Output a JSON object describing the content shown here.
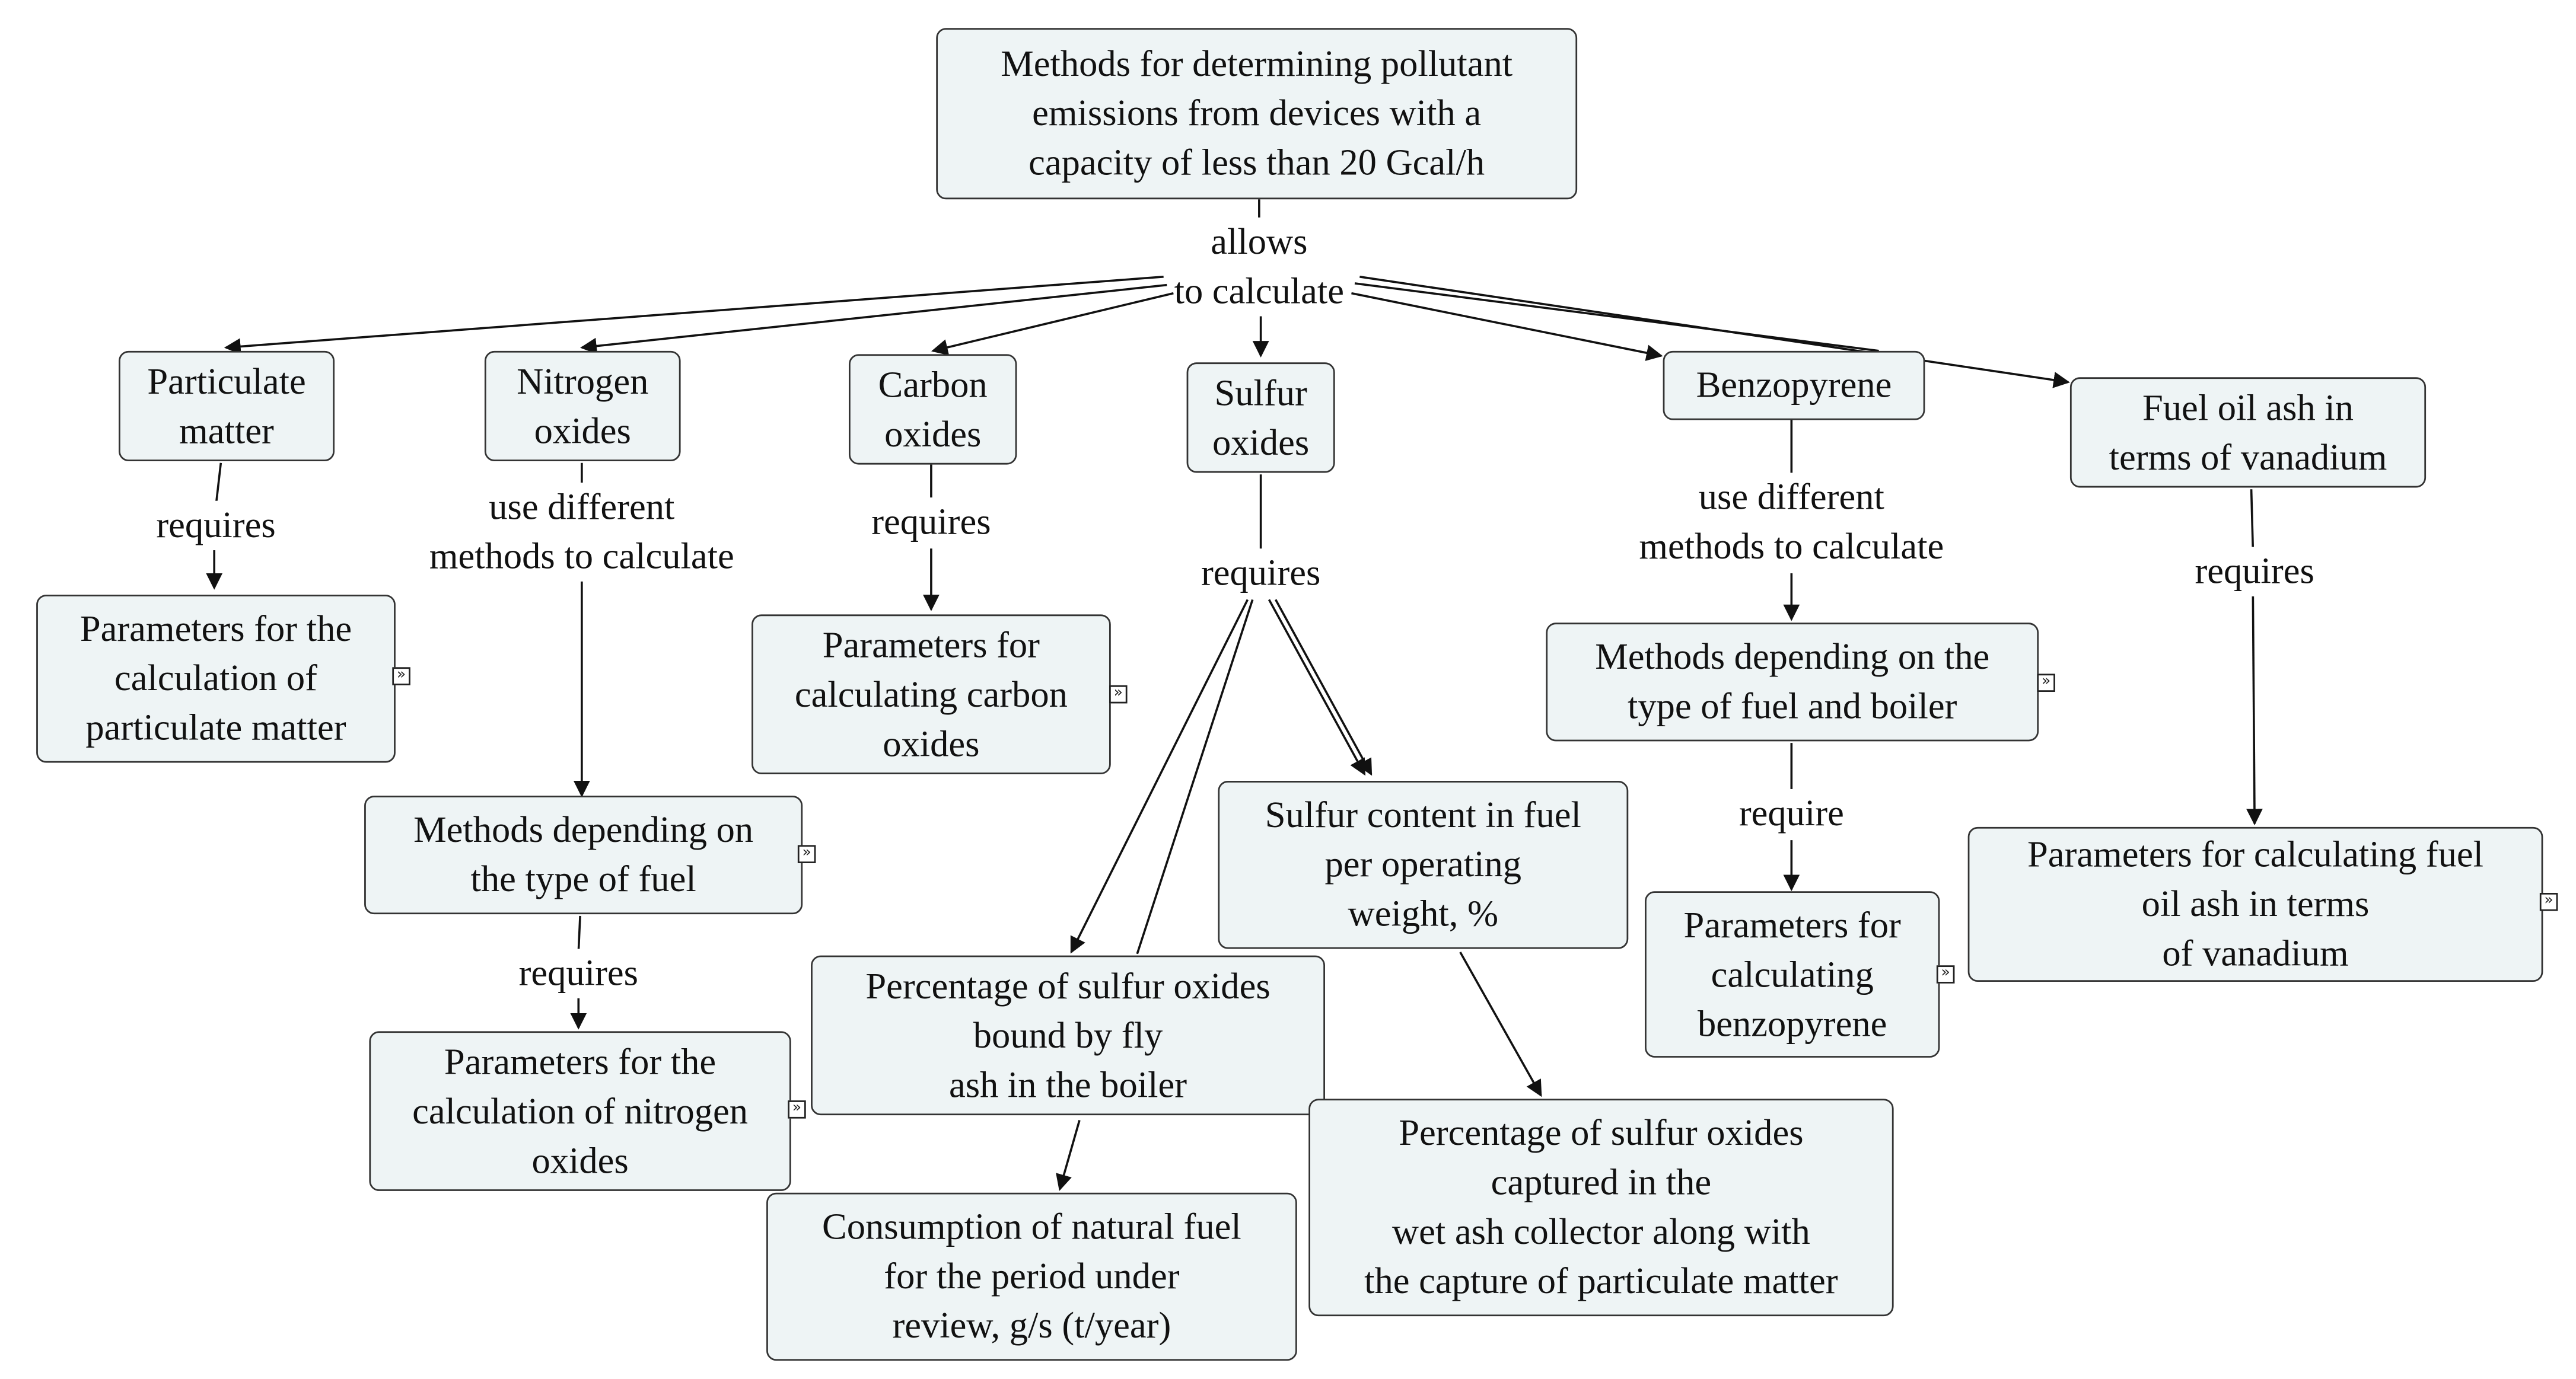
{
  "concepts": {
    "root": "Methods for determining pollutant\nemissions from devices with a\ncapacity of less than 20 Gcal/h",
    "particulate": "Particulate\nmatter",
    "nitrogen": "Nitrogen\noxides",
    "carbon": "Carbon\noxides",
    "sulfur": "Sulfur\noxides",
    "benzopyrene": "Benzopyrene",
    "fueloil": "Fuel oil ash in\nterms of vanadium",
    "param_particulate": "Parameters for the\ncalculation of\nparticulate matter",
    "param_carbon": "Parameters for\ncalculating carbon\noxides",
    "methods_fuel": "Methods depending on\nthe type of fuel",
    "param_nitrogen": "Parameters for the\ncalculation of nitrogen\noxides",
    "sulfur_content": "Sulfur content in fuel\nper operating\nweight, %",
    "pct_flyash": "Percentage of sulfur oxides\nbound by fly\nash in the boiler",
    "consumption": "Consumption of natural fuel\nfor  the period under\nreview, g/s (t/year)",
    "pct_wetash": "Percentage of sulfur oxides\ncaptured in the\nwet ash collector along with\nthe capture of particulate matter",
    "methods_fuel_boiler": "Methods depending on the\ntype of fuel and boiler",
    "param_benzopyrene": "Parameters for\ncalculating\nbenzopyrene",
    "param_fueloil": "Parameters for calculating fuel\noil ash in terms\nof vanadium"
  },
  "linking_phrases": {
    "allows": "allows\nto calculate",
    "req_particulate": "requires",
    "use_nitrogen": "use different\nmethods to calculate",
    "req_carbon": "requires",
    "req_sulfur": "requires",
    "use_benzopyrene": "use different\nmethods to calculate",
    "req_fueloil": "requires",
    "req_methods_fuel": "requires",
    "req_methods_boiler": "require"
  },
  "expand_marker": "»",
  "colors": {
    "node_fill": "#eef4f5",
    "node_border": "#333333",
    "line": "#111111"
  }
}
